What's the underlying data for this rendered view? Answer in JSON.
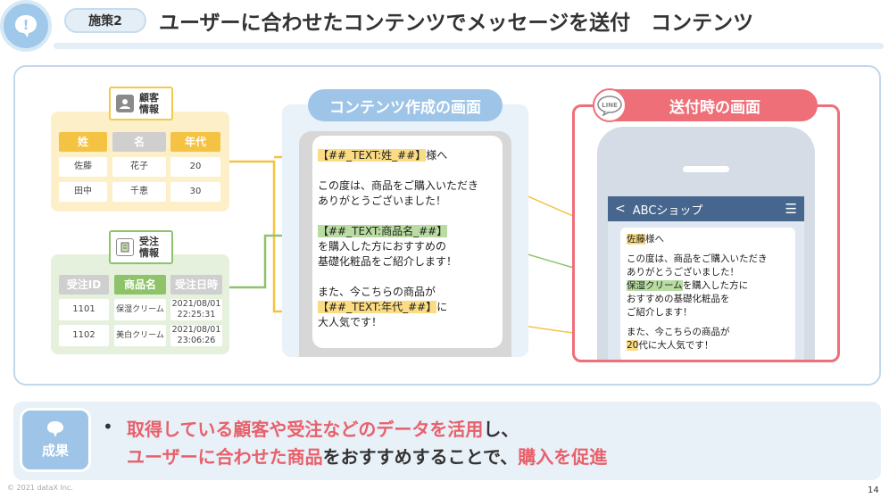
{
  "header": {
    "badge": "施策2",
    "title": "ユーザーに合わせたコンテンツでメッセージを送付　コンテンツ"
  },
  "customer": {
    "tag": [
      "顧客",
      "情報"
    ],
    "columns": [
      "姓",
      "名",
      "年代"
    ],
    "rows": [
      [
        "佐藤",
        "花子",
        "20"
      ],
      [
        "田中",
        "千恵",
        "30"
      ]
    ]
  },
  "order": {
    "tag": [
      "受注",
      "情報"
    ],
    "columns": [
      "受注ID",
      "商品名",
      "受注日時"
    ],
    "rows": [
      [
        "1101",
        "保湿クリーム",
        "2021/08/01",
        "22:25:31"
      ],
      [
        "1102",
        "美白クリーム",
        "2021/08/01",
        "23:06:26"
      ]
    ]
  },
  "content_screen": {
    "label": "コンテンツ作成の画面",
    "tag_name": "【##_TEXT:姓_##】",
    "after_name": "様へ",
    "para1": [
      "この度は、商品をご購入いただき",
      "ありがとうございました！"
    ],
    "tag_product": "【##_TEXT:商品名_##】",
    "para2": [
      "を購入した方におすすめの",
      "基礎化粧品をご紹介します！"
    ],
    "para3_line": "また、今こちらの商品が",
    "tag_age": "【##_TEXT:年代_##】",
    "after_age": "に",
    "last_line": "大人気です！"
  },
  "send_screen": {
    "label": "送付時の画面",
    "line_icon": "LINE",
    "chat_title": "ABCショップ",
    "name": "佐藤",
    "after_name": "様へ",
    "para1": [
      "この度は、商品をご購入いただき",
      "ありがとうございました！"
    ],
    "product": "保湿クリーム",
    "para2_rest": "を購入した方に",
    "para2": [
      "おすすめの基礎化粧品を",
      "ご紹介します！"
    ],
    "para3_line": "また、今こちらの商品が",
    "age": "20",
    "after_age": "代に大人気です！"
  },
  "result": {
    "badge": "成果",
    "line1_accent": "取得している顧客や受注などのデータを活用",
    "line1_rest": "し、",
    "line2_accent": "ユーザーに合わせた商品",
    "line2_mid": "をおすすめすることで、",
    "line2_accent2": "購入を促進"
  },
  "footer": {
    "copyright": "© 2021 dataX Inc.",
    "page_number": "14"
  },
  "colors": {
    "blue": "#9ec5e7",
    "red": "#ee6f78",
    "yellow": "#f5c343",
    "green": "#8fc36a",
    "chat_header": "#47668d"
  }
}
